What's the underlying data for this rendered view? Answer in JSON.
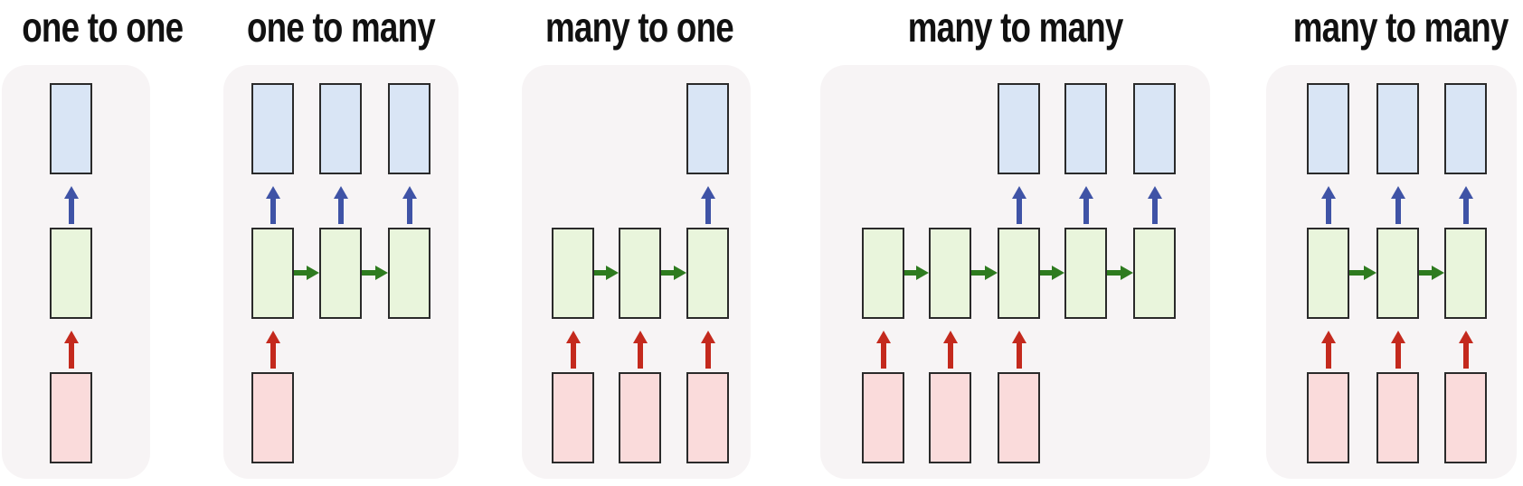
{
  "diagram": {
    "name": "rnn-sequence-processing-architectures",
    "panels": [
      {
        "label": "one to one",
        "hidden_units": 1,
        "input_columns": [
          0
        ],
        "output_columns": [
          0
        ],
        "recurrent_connections": 0
      },
      {
        "label": "one to many",
        "hidden_units": 3,
        "input_columns": [
          0
        ],
        "output_columns": [
          0,
          1,
          2
        ],
        "recurrent_connections": 2
      },
      {
        "label": "many to one",
        "hidden_units": 3,
        "input_columns": [
          0,
          1,
          2
        ],
        "output_columns": [
          2
        ],
        "recurrent_connections": 2
      },
      {
        "label": "many to many",
        "hidden_units": 5,
        "input_columns": [
          0,
          1,
          2
        ],
        "output_columns": [
          2,
          3,
          4
        ],
        "recurrent_connections": 4
      },
      {
        "label": "many to many",
        "hidden_units": 3,
        "input_columns": [
          0,
          1,
          2
        ],
        "output_columns": [
          0,
          1,
          2
        ],
        "recurrent_connections": 2
      }
    ]
  },
  "colors": {
    "background": "#ffffff",
    "panel_background": "#f7f4f5",
    "box_border": "#2a2a2a",
    "input_box_fill": "#fadbdb",
    "hidden_box_fill": "#e9f5dc",
    "output_box_fill": "#d9e5f5",
    "input_arrow": "#c4291d",
    "recurrent_arrow": "#2e7b1f",
    "output_arrow": "#3f53a6",
    "title_text": "#111111"
  }
}
